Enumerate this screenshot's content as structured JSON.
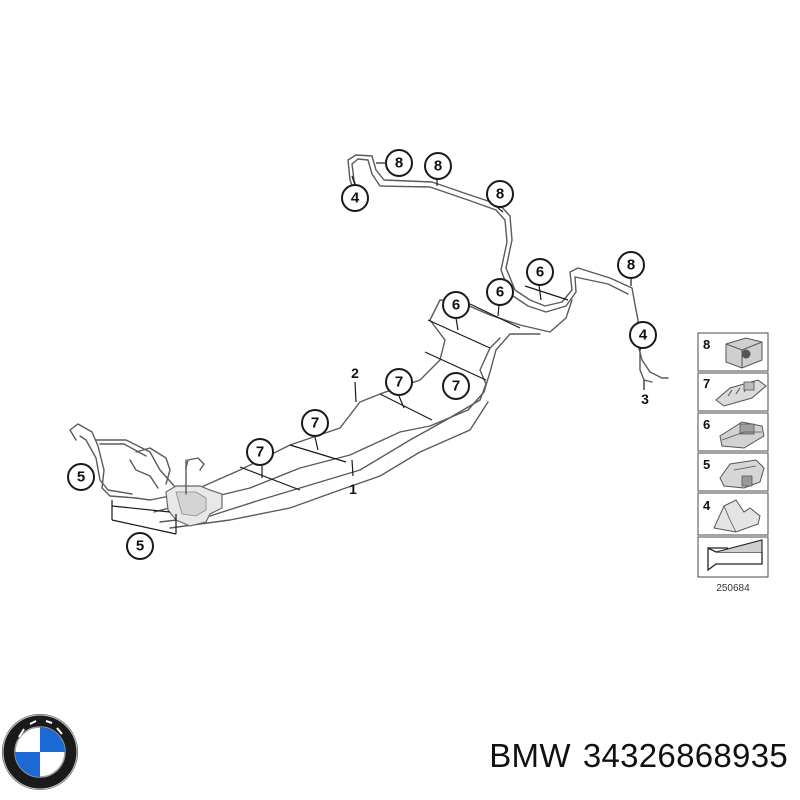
{
  "diagram": {
    "callouts": [
      "8",
      "8",
      "8",
      "4",
      "8",
      "6",
      "6",
      "6",
      "4",
      "7",
      "7",
      "7",
      "7",
      "5",
      "5"
    ],
    "plain_labels": [
      "2",
      "1",
      "3"
    ],
    "legend": [
      {
        "number": "8",
        "icon": "clip-8-icon"
      },
      {
        "number": "7",
        "icon": "clip-7-icon"
      },
      {
        "number": "6",
        "icon": "clip-6-icon"
      },
      {
        "number": "5",
        "icon": "clip-5-icon"
      },
      {
        "number": "4",
        "icon": "clip-4-icon"
      },
      {
        "number": "",
        "icon": "direction-arrow-icon"
      }
    ],
    "reference_number": "250684"
  },
  "brand": {
    "logo_text": "BMW",
    "logo_icon": "bmw-roundel-icon",
    "colors": {
      "blue": "#1c69d4",
      "ring": "#1a1a1a",
      "white": "#ffffff"
    }
  },
  "part": {
    "maker": "BMW",
    "number": "34326868935"
  }
}
